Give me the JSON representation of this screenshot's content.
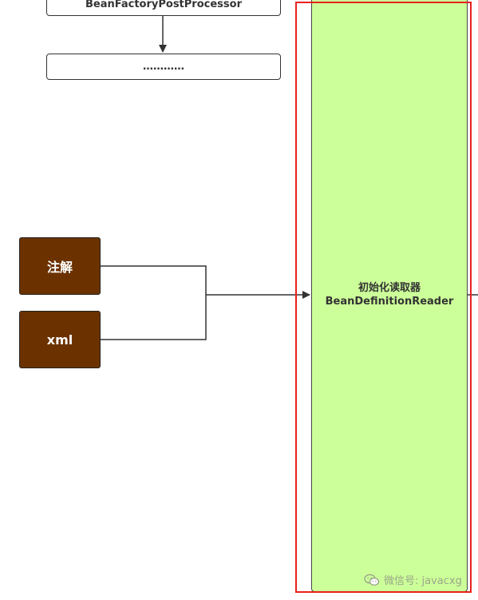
{
  "diagram": {
    "nodes": {
      "post_processor": "BeanFactoryPostProcessor",
      "ellipsis": "…………",
      "annotation_source": "注解",
      "xml_source": "xml",
      "reader_title_cn": "初始化读取器",
      "reader_title_en": "BeanDefinitionReader"
    },
    "edges": [
      {
        "from": "post_processor",
        "to": "ellipsis"
      },
      {
        "from": "annotation_source",
        "to": "reader"
      },
      {
        "from": "xml_source",
        "to": "reader"
      }
    ],
    "colors": {
      "source_fill": "#6b3200",
      "reader_fill": "#ccff99",
      "highlight": "#e8211c",
      "line": "#333333"
    }
  },
  "watermark": {
    "icon": "wechat-icon",
    "text": "微信号: javacxg"
  }
}
